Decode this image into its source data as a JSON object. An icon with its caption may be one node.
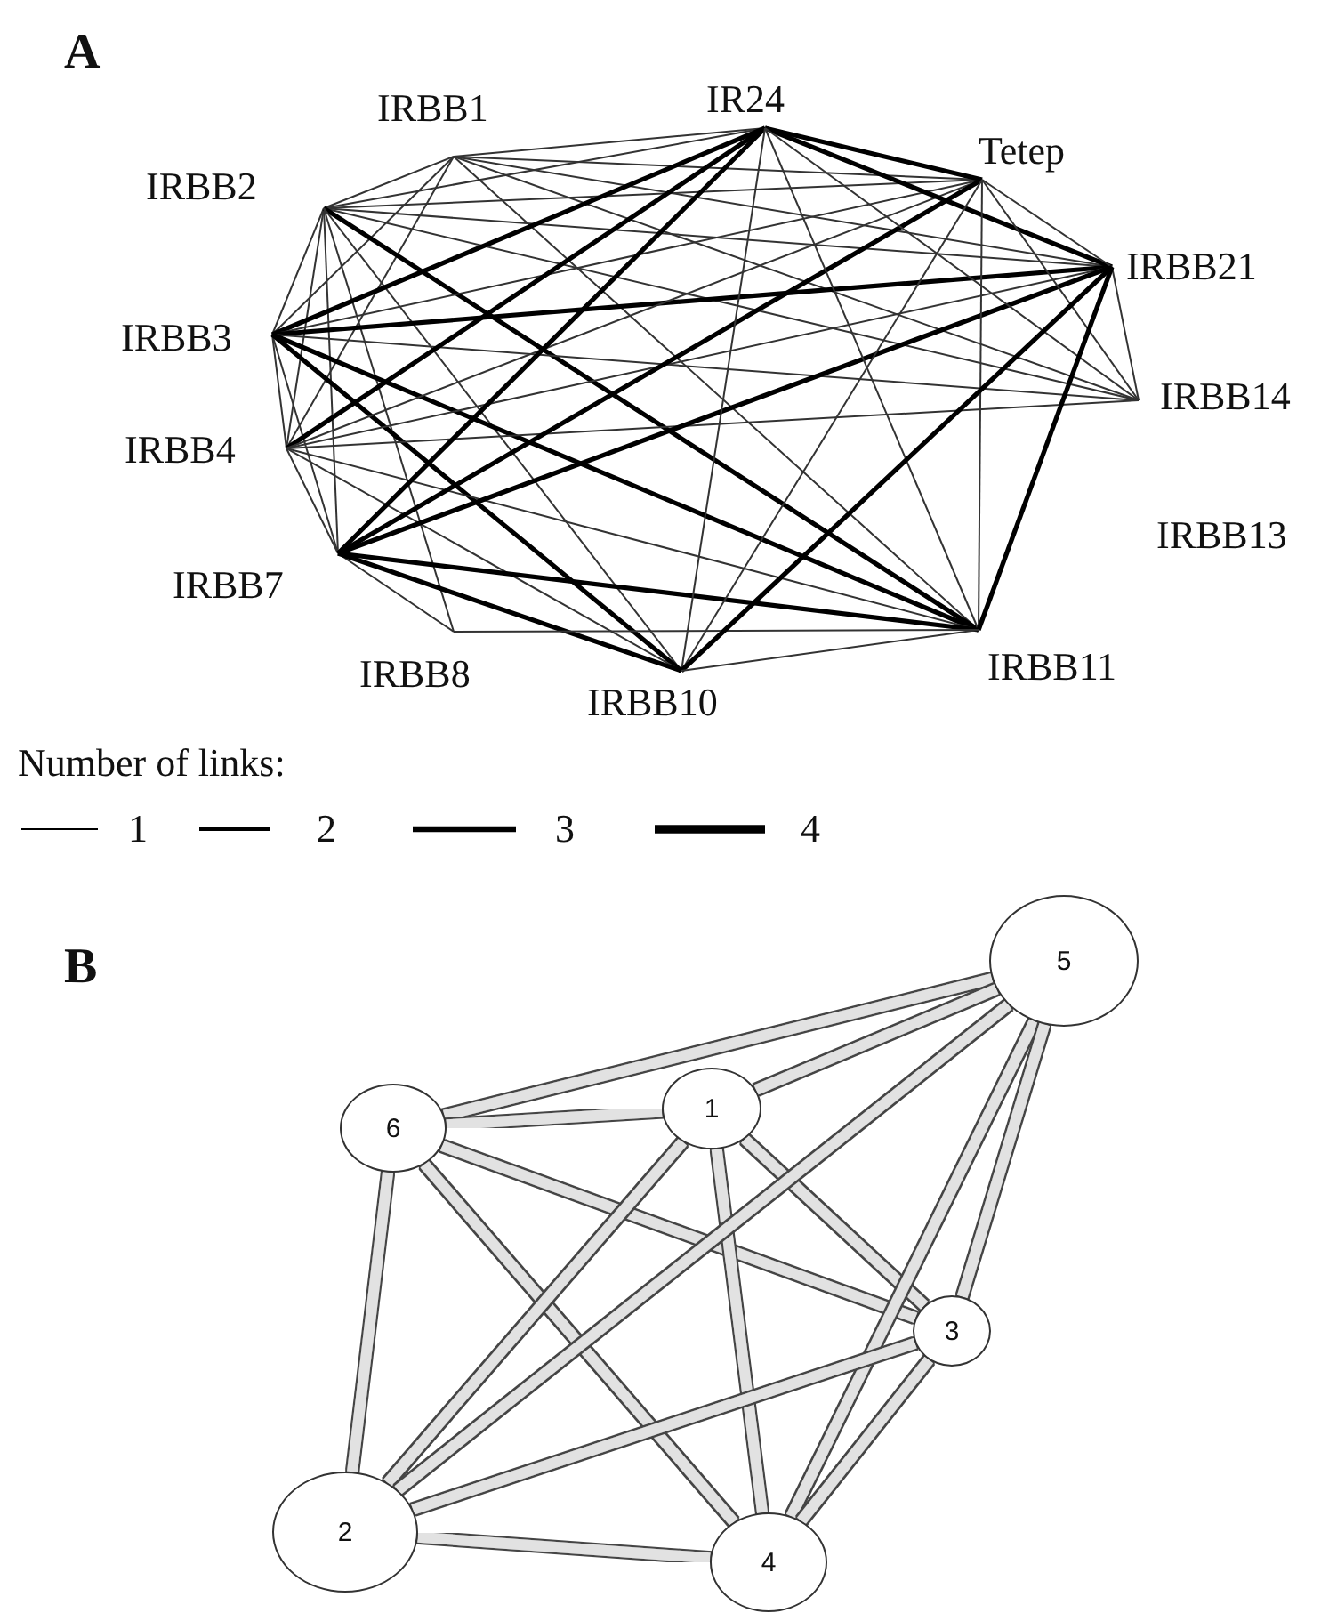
{
  "diagram": {
    "nodes": [
      {
        "text": [
          "IRBB1"
        ]
      },
      {
        "text": [
          "IR24"
        ]
      },
      {
        "text": [
          "Tetep"
        ]
      },
      {
        "text": [
          "IRBB2"
        ]
      },
      {
        "text": [
          "IRBB21"
        ]
      },
      {
        "text": [
          "IRBB3"
        ]
      },
      {
        "text": [
          "IRBB14"
        ]
      },
      {
        "text": [
          "IRBB4"
        ]
      },
      {
        "text": [
          "IRBB13"
        ]
      },
      {
        "text": [
          "IRBB7"
        ]
      },
      {
        "text": [
          "IRBB8"
        ]
      },
      {
        "text": [
          "IRBB11"
        ]
      },
      {
        "text": [
          "IRBB10"
        ]
      },
      {
        "text": [
          "5"
        ]
      },
      {
        "text": [
          "6"
        ]
      },
      {
        "text": [
          "1"
        ]
      },
      {
        "text": [
          "3"
        ]
      },
      {
        "text": [
          "2"
        ]
      },
      {
        "text": [
          "4"
        ]
      }
    ],
    "edges": [
      {
        "from": 0,
        "to": 3,
        "arrow": "none"
      },
      {
        "from": 0,
        "to": 5,
        "arrow": "none"
      },
      {
        "from": 0,
        "to": 7,
        "arrow": "none"
      },
      {
        "from": 0,
        "to": 1,
        "arrow": "none"
      },
      {
        "from": 0,
        "to": 2,
        "arrow": "none"
      },
      {
        "from": 0,
        "to": 4,
        "arrow": "none"
      },
      {
        "from": 0,
        "to": 6,
        "arrow": "none"
      },
      {
        "from": 0,
        "to": 11,
        "arrow": "none"
      },
      {
        "from": 3,
        "to": 5,
        "arrow": "none"
      },
      {
        "from": 3,
        "to": 7,
        "arrow": "none"
      },
      {
        "from": 3,
        "to": 9,
        "arrow": "none"
      },
      {
        "from": 3,
        "to": 1,
        "arrow": "none"
      },
      {
        "from": 3,
        "to": 2,
        "arrow": "none"
      },
      {
        "from": 3,
        "to": 4,
        "arrow": "none"
      },
      {
        "from": 3,
        "to": 6,
        "arrow": "none"
      },
      {
        "from": 3,
        "to": 11,
        "arrow": "none",
        "style": "thick"
      },
      {
        "from": 3,
        "to": 12,
        "arrow": "none"
      },
      {
        "from": 3,
        "to": 10,
        "arrow": "none"
      },
      {
        "from": 5,
        "to": 7,
        "arrow": "none"
      },
      {
        "from": 5,
        "to": 9,
        "arrow": "none"
      },
      {
        "from": 5,
        "to": 1,
        "arrow": "none",
        "style": "thick"
      },
      {
        "from": 5,
        "to": 2,
        "arrow": "none"
      },
      {
        "from": 5,
        "to": 4,
        "arrow": "none",
        "style": "thick"
      },
      {
        "from": 5,
        "to": 6,
        "arrow": "none"
      },
      {
        "from": 5,
        "to": 11,
        "arrow": "none",
        "style": "thick"
      },
      {
        "from": 5,
        "to": 12,
        "arrow": "none",
        "style": "thick"
      },
      {
        "from": 7,
        "to": 9,
        "arrow": "none"
      },
      {
        "from": 7,
        "to": 1,
        "arrow": "none",
        "style": "thick"
      },
      {
        "from": 7,
        "to": 2,
        "arrow": "none"
      },
      {
        "from": 7,
        "to": 4,
        "arrow": "none"
      },
      {
        "from": 7,
        "to": 6,
        "arrow": "none"
      },
      {
        "from": 7,
        "to": 11,
        "arrow": "none"
      },
      {
        "from": 7,
        "to": 12,
        "arrow": "none"
      },
      {
        "from": 9,
        "to": 10,
        "arrow": "none"
      },
      {
        "from": 9,
        "to": 1,
        "arrow": "none",
        "style": "thick"
      },
      {
        "from": 9,
        "to": 2,
        "arrow": "none",
        "style": "thick"
      },
      {
        "from": 9,
        "to": 4,
        "arrow": "none",
        "style": "thick"
      },
      {
        "from": 9,
        "to": 11,
        "arrow": "none",
        "style": "thick"
      },
      {
        "from": 9,
        "to": 12,
        "arrow": "none",
        "style": "thick"
      },
      {
        "from": 10,
        "to": 11,
        "arrow": "none"
      },
      {
        "from": 1,
        "to": 2,
        "arrow": "none",
        "style": "thick"
      },
      {
        "from": 1,
        "to": 4,
        "arrow": "none",
        "style": "thick"
      },
      {
        "from": 1,
        "to": 11,
        "arrow": "none"
      },
      {
        "from": 1,
        "to": 12,
        "arrow": "none"
      },
      {
        "from": 1,
        "to": 6,
        "arrow": "none"
      },
      {
        "from": 2,
        "to": 4,
        "arrow": "none"
      },
      {
        "from": 2,
        "to": 11,
        "arrow": "none"
      },
      {
        "from": 2,
        "to": 12,
        "arrow": "none"
      },
      {
        "from": 2,
        "to": 6,
        "arrow": "none"
      },
      {
        "from": 4,
        "to": 6,
        "arrow": "none"
      },
      {
        "from": 4,
        "to": 11,
        "arrow": "none",
        "style": "thick"
      },
      {
        "from": 4,
        "to": 12,
        "arrow": "none",
        "style": "thick"
      },
      {
        "from": 12,
        "to": 11,
        "arrow": "none"
      },
      {
        "from": 14,
        "to": 13,
        "arrow": "none",
        "style": "thick",
        "color": "#e2e2e2"
      },
      {
        "from": 14,
        "to": 15,
        "arrow": "none",
        "style": "thick",
        "color": "#e2e2e2"
      },
      {
        "from": 15,
        "to": 13,
        "arrow": "none",
        "style": "thick",
        "color": "#e2e2e2"
      },
      {
        "from": 14,
        "to": 16,
        "arrow": "none",
        "style": "thick",
        "color": "#e2e2e2"
      },
      {
        "from": 14,
        "to": 18,
        "arrow": "none",
        "style": "thick",
        "color": "#e2e2e2"
      },
      {
        "from": 14,
        "to": 17,
        "arrow": "none",
        "style": "thick",
        "color": "#e2e2e2"
      },
      {
        "from": 15,
        "to": 17,
        "arrow": "none",
        "style": "thick",
        "color": "#e2e2e2"
      },
      {
        "from": 15,
        "to": 18,
        "arrow": "none",
        "style": "thick",
        "color": "#e2e2e2"
      },
      {
        "from": 15,
        "to": 16,
        "arrow": "none",
        "style": "thick",
        "color": "#e2e2e2"
      },
      {
        "from": 13,
        "to": 17,
        "arrow": "none",
        "style": "thick",
        "color": "#e2e2e2"
      },
      {
        "from": 13,
        "to": 18,
        "arrow": "none",
        "style": "thick",
        "color": "#e2e2e2"
      },
      {
        "from": 13,
        "to": 16,
        "arrow": "none",
        "style": "thick",
        "color": "#e2e2e2"
      },
      {
        "from": 16,
        "to": 17,
        "arrow": "none",
        "style": "thick",
        "color": "#e2e2e2"
      },
      {
        "from": 16,
        "to": 18,
        "arrow": "none",
        "style": "thick",
        "color": "#e2e2e2"
      },
      {
        "from": 17,
        "to": 18,
        "arrow": "none",
        "style": "thick",
        "color": "#e2e2e2"
      }
    ],
    "labels": [
      "A",
      "Number of links:",
      "B"
    ],
    "legend": [
      {
        "text": "1"
      },
      {
        "text": "2"
      },
      {
        "text": "3"
      },
      {
        "text": "4"
      }
    ]
  }
}
